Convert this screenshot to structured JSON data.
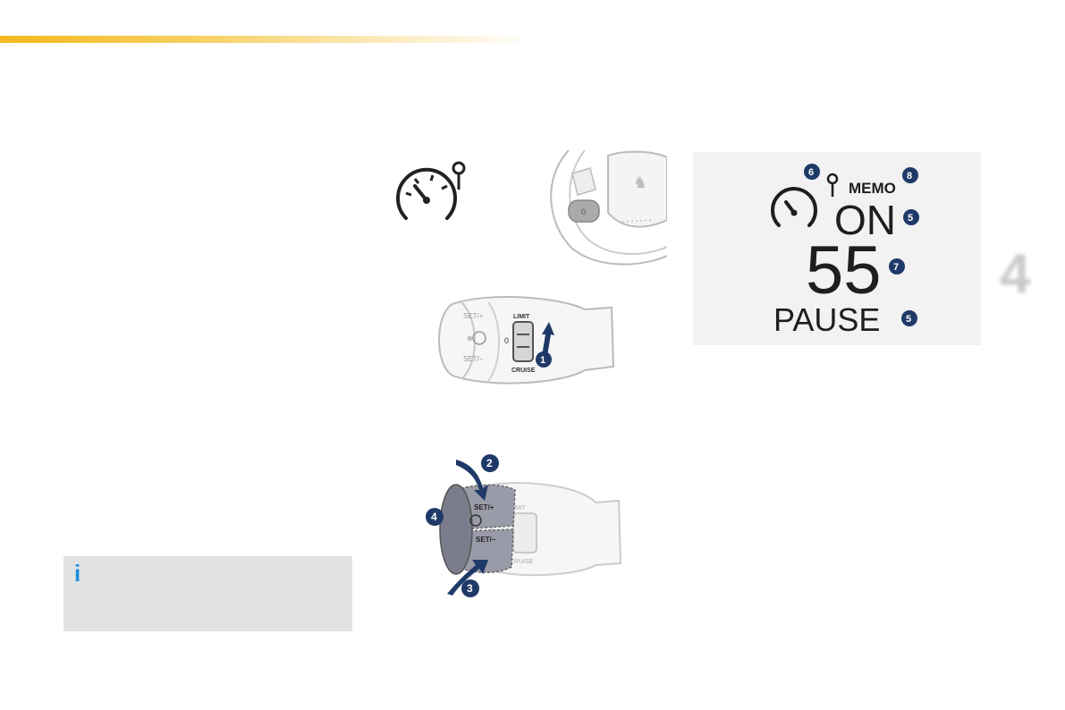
{
  "chapter": {
    "number": "4"
  },
  "info": {
    "icon": "i"
  },
  "lever": {
    "limit_label": "LIMIT",
    "cruise_label": "CRUISE",
    "zero_label": "0",
    "set_plus": "SET/+",
    "set_minus": "SET/−"
  },
  "display": {
    "memo": "MEMO",
    "on": "ON",
    "speed": "55",
    "pause": "PAUSE"
  },
  "callouts": {
    "c1": "1",
    "c2": "2",
    "c3": "3",
    "c4": "4",
    "c5a": "5",
    "c5b": "5",
    "c6": "6",
    "c7": "7",
    "c8": "8"
  },
  "colors": {
    "accent": "#f4b81e",
    "callout": "#1f3a68",
    "info": "#1d8fd6"
  }
}
